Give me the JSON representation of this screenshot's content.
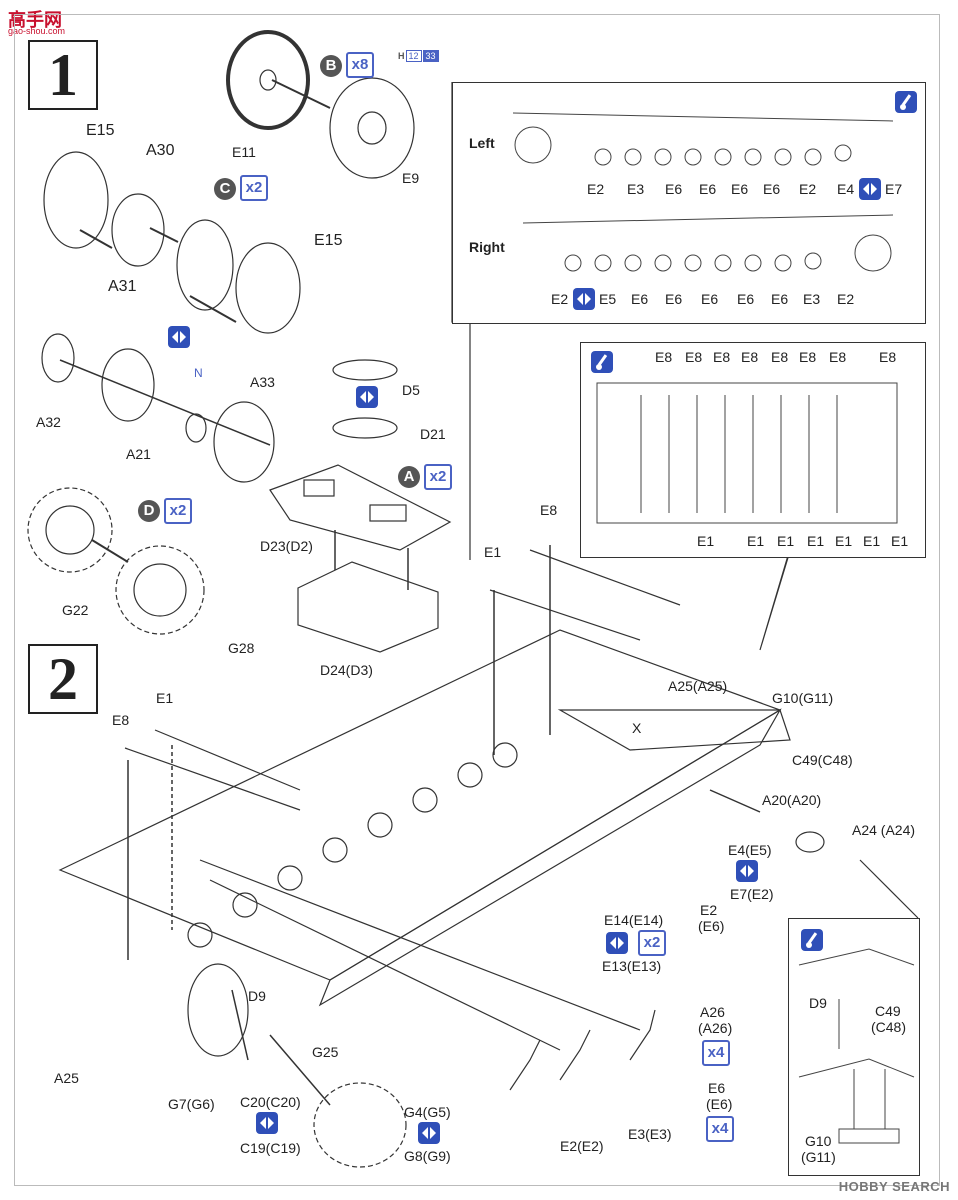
{
  "header": {
    "site_name": "高手网",
    "site_url": "gao-shou.com"
  },
  "watermark": "HOBBY SEARCH",
  "steps": {
    "step1": "1",
    "step2": "2"
  },
  "paint_badge": {
    "text_left": "H",
    "num1": "12",
    "num2": "33"
  },
  "markers": {
    "B": "B",
    "B_mult": "x8",
    "C": "C",
    "C_mult": "x2",
    "A": "A",
    "A_mult": "x2",
    "D": "D",
    "D_mult": "x2",
    "E14_mult": "x2",
    "A26_mult": "x4",
    "E6_mult": "x4"
  },
  "step1_labels": {
    "E11": "E11",
    "E9": "E9",
    "E15a": "E15",
    "A30": "A30",
    "A31": "A31",
    "E15b": "E15",
    "A32": "A32",
    "N": "N",
    "A33": "A33",
    "A21": "A21",
    "D5": "D5",
    "D21": "D21",
    "D23": "D23(D2)",
    "D24": "D24(D3)",
    "G22": "G22",
    "G28": "G28"
  },
  "wheel_panel": {
    "left_label": "Left",
    "right_label": "Right",
    "left_parts": [
      "E2",
      "E3",
      "E6",
      "E6",
      "E6",
      "E6",
      "E2",
      "E4",
      "E7"
    ],
    "right_parts": [
      "E2",
      "E5",
      "E6",
      "E6",
      "E6",
      "E6",
      "E6",
      "E3",
      "E2"
    ]
  },
  "e8_panel": {
    "top_labels": [
      "E8",
      "E8",
      "E8",
      "E8",
      "E8",
      "E8",
      "E8",
      "E8"
    ],
    "bottom_labels": [
      "E1",
      "E1",
      "E1",
      "E1",
      "E1",
      "E1",
      "E1"
    ]
  },
  "step2_labels": {
    "E8_top": "E8",
    "E1_top": "E1",
    "A25_top": "A25(A25)",
    "X": "X",
    "G10": "G10(G11)",
    "C49": "C49(C48)",
    "A20": "A20(A20)",
    "A24": "A24 (A24)",
    "E1_left": "E1",
    "E8_left": "E8",
    "E4": "E4(E5)",
    "E7": "E7(E2)",
    "E2": "E2",
    "E6_paren": "(E6)",
    "E14": "E14(E14)",
    "E13": "E13(E13)",
    "D9": "D9",
    "G25": "G25",
    "A25_left": "A25",
    "G7": "G7(G6)",
    "C20": "C20(C20)",
    "C19": "C19(C19)",
    "G4": "G4(G5)",
    "G8": "G8(G9)",
    "A26": "A26",
    "A26_paren": "(A26)",
    "E6": "E6",
    "E6_paren2": "(E6)",
    "E3": "E3(E3)",
    "E2E2": "E2(E2)"
  },
  "inset_br": {
    "D9": "D9",
    "C49": "C49",
    "C48": "(C48)",
    "G10": "G10",
    "G11": "(G11)"
  }
}
